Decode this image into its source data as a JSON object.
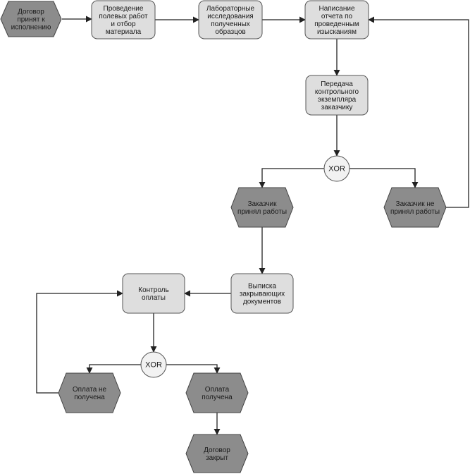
{
  "nodes": {
    "contract_accepted": {
      "kind": "event",
      "lines": [
        "Договор",
        "принят к",
        "исполнению"
      ]
    },
    "field_work": {
      "kind": "function",
      "lines": [
        "Проведение",
        "полевых работ",
        "и отбор",
        "материала"
      ]
    },
    "lab_research": {
      "kind": "function",
      "lines": [
        "Лабораторные",
        "исследования",
        "полученных",
        "образцов"
      ]
    },
    "report_writing": {
      "kind": "function",
      "lines": [
        "Написание",
        "отчета по",
        "проведенным",
        "изысканиям"
      ]
    },
    "control_copy": {
      "kind": "function",
      "lines": [
        "Передача",
        "контрольного",
        "экземпляра",
        "заказчику"
      ]
    },
    "xor_1": {
      "kind": "xor",
      "lines": [
        "XOR"
      ]
    },
    "customer_accepted": {
      "kind": "event",
      "lines": [
        "Заказчик",
        "принял работы"
      ]
    },
    "customer_rejected": {
      "kind": "event",
      "lines": [
        "Заказчик не",
        "принял работы"
      ]
    },
    "closing_docs": {
      "kind": "function",
      "lines": [
        "Выписка",
        "закрывающих",
        "документов"
      ]
    },
    "payment_control": {
      "kind": "function",
      "lines": [
        "Контроль",
        "оплаты"
      ]
    },
    "xor_2": {
      "kind": "xor",
      "lines": [
        "XOR"
      ]
    },
    "payment_not_received": {
      "kind": "event",
      "lines": [
        "Оплата не",
        "получена"
      ]
    },
    "payment_received": {
      "kind": "event",
      "lines": [
        "Оплата",
        "получена"
      ]
    },
    "contract_closed": {
      "kind": "event",
      "lines": [
        "Договор",
        "закрыт"
      ]
    }
  },
  "edges": [
    [
      "contract_accepted",
      "field_work"
    ],
    [
      "field_work",
      "lab_research"
    ],
    [
      "lab_research",
      "report_writing"
    ],
    [
      "report_writing",
      "control_copy"
    ],
    [
      "control_copy",
      "xor_1"
    ],
    [
      "xor_1",
      "customer_accepted"
    ],
    [
      "xor_1",
      "customer_rejected"
    ],
    [
      "customer_rejected",
      "report_writing"
    ],
    [
      "customer_accepted",
      "closing_docs"
    ],
    [
      "closing_docs",
      "payment_control"
    ],
    [
      "payment_control",
      "xor_2"
    ],
    [
      "xor_2",
      "payment_not_received"
    ],
    [
      "xor_2",
      "payment_received"
    ],
    [
      "payment_not_received",
      "payment_control"
    ],
    [
      "payment_received",
      "contract_closed"
    ]
  ]
}
